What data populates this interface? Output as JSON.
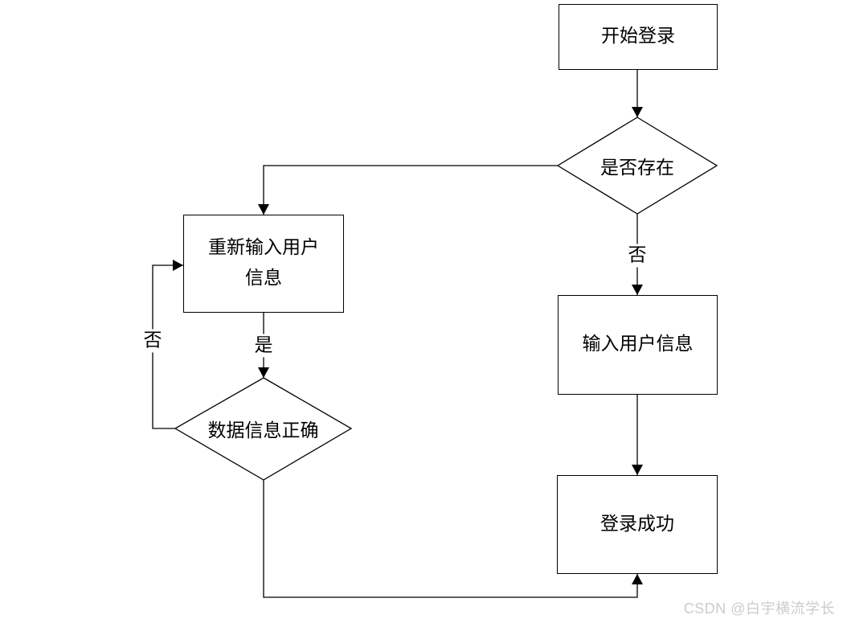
{
  "flowchart": {
    "title": "login-flowchart",
    "nodes": {
      "start": {
        "label": "开始登录",
        "type": "process"
      },
      "exists_decision": {
        "label": "是否存在",
        "type": "decision"
      },
      "reenter": {
        "label": "重新输入用户信息",
        "type": "process"
      },
      "data_correct_decision": {
        "label": "数据信息正确",
        "type": "decision"
      },
      "input_info": {
        "label": "输入用户信息",
        "type": "process"
      },
      "success": {
        "label": "登录成功",
        "type": "process"
      }
    },
    "edge_labels": {
      "no_right": "否",
      "yes": "是",
      "no_left": "否"
    },
    "colors": {
      "line": "#000000",
      "node_border": "#000000",
      "node_fill": "#ffffff",
      "background": "#ffffff",
      "text": "#000000"
    }
  },
  "watermark": {
    "text": "CSDN @白宇横流学长",
    "color": "#cccccc"
  }
}
